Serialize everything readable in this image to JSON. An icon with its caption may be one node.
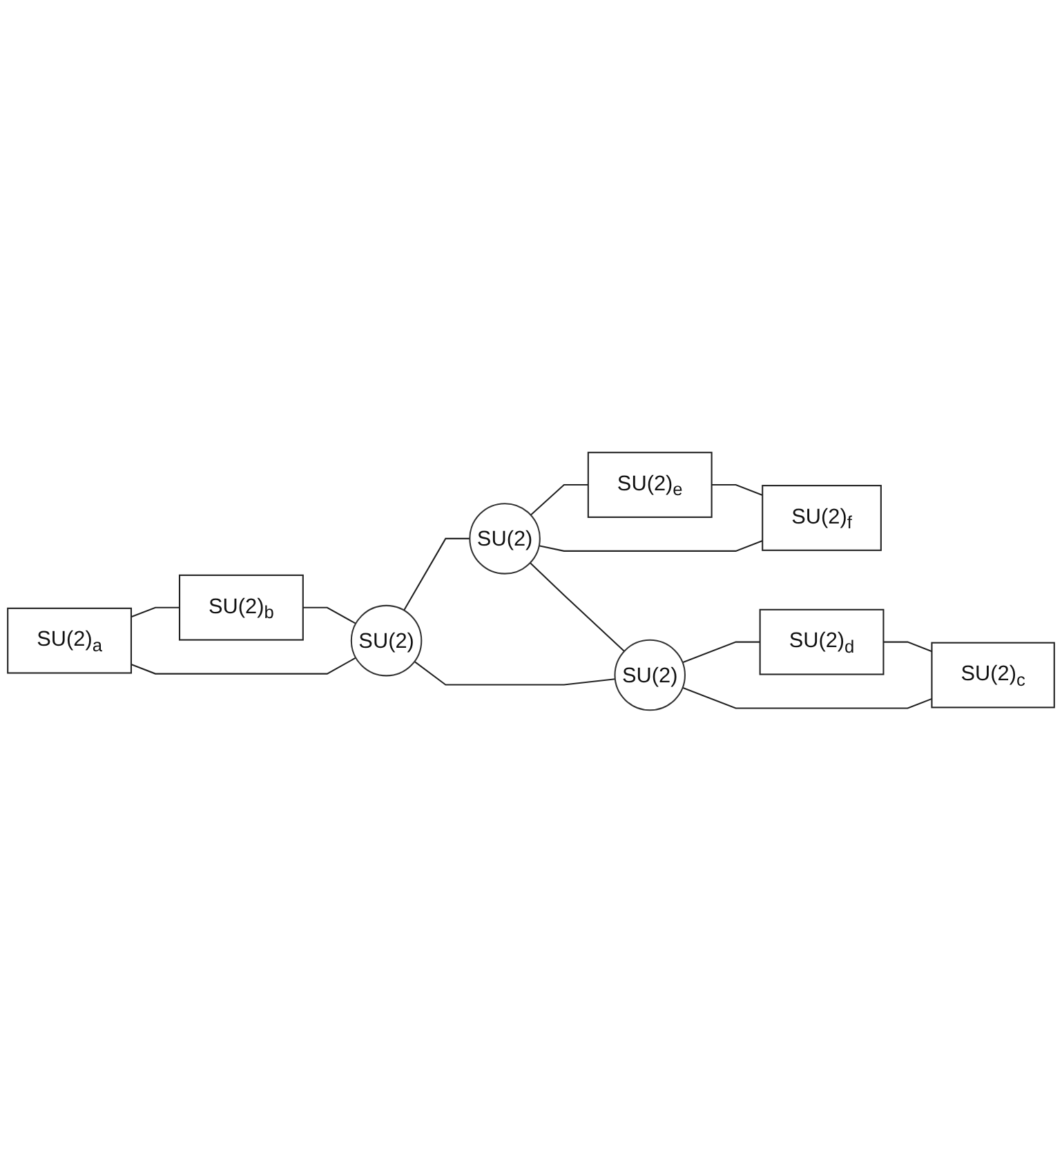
{
  "diagram": {
    "nodes": [
      {
        "text": [
          "SU(2)$_{e}$"
        ]
      },
      {
        "text": [
          "SU(2)$_{f}$"
        ]
      },
      {
        "text": [
          "SU(2)"
        ]
      },
      {
        "text": [
          "SU(2)$_{a}$"
        ]
      },
      {
        "text": [
          "SU(2)"
        ]
      },
      {
        "text": [
          "SU(2)$_{b}$"
        ]
      },
      {
        "text": [
          "SU(2)"
        ]
      },
      {
        "text": [
          "SU(2)$_{d}$"
        ]
      },
      {
        "text": [
          "SU(2)$_{c}$"
        ]
      }
    ],
    "edges": [
      {
        "from": 3,
        "to": 5,
        "arrow": "none"
      },
      {
        "from": 3,
        "to": 4,
        "arrow": "none"
      },
      {
        "from": 5,
        "to": 4,
        "arrow": "none"
      },
      {
        "from": 4,
        "to": 2,
        "arrow": "none"
      },
      {
        "from": 4,
        "to": 6,
        "arrow": "none"
      },
      {
        "from": 2,
        "to": 6,
        "arrow": "none"
      },
      {
        "from": 2,
        "to": 0,
        "arrow": "none"
      },
      {
        "from": 2,
        "to": 1,
        "arrow": "none"
      },
      {
        "from": 0,
        "to": 1,
        "arrow": "none"
      },
      {
        "from": 6,
        "to": 7,
        "arrow": "none"
      },
      {
        "from": 6,
        "to": 8,
        "arrow": "none"
      },
      {
        "from": 7,
        "to": 8,
        "arrow": "none"
      }
    ]
  }
}
